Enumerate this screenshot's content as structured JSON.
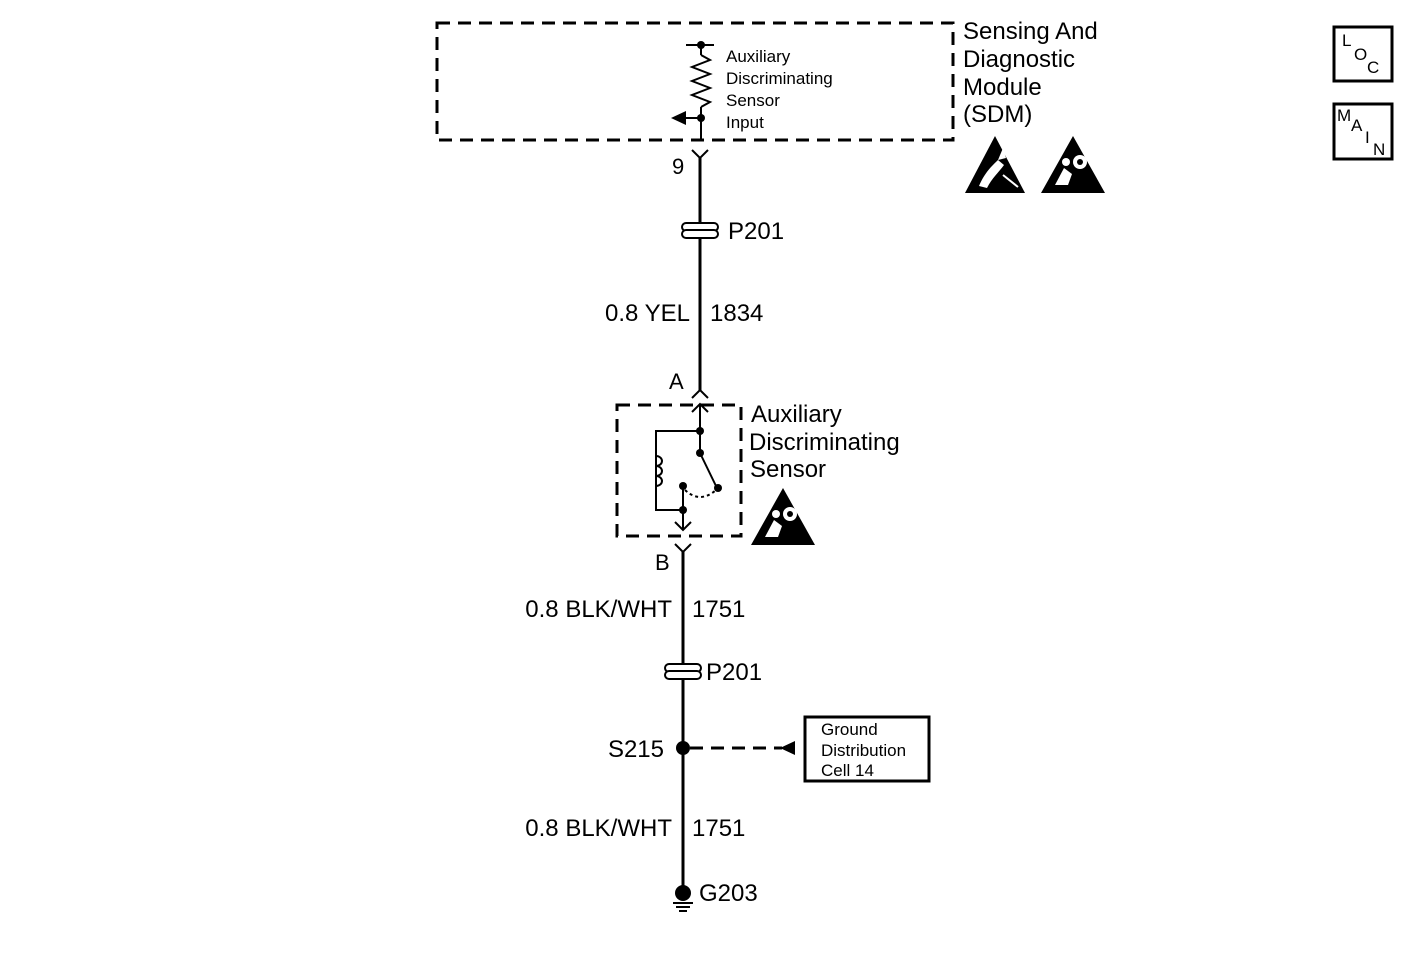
{
  "sdm": {
    "title_line1": "Sensing And",
    "title_line2": "Diagnostic",
    "title_line3": "Module",
    "title_line4": "(SDM)",
    "input_line1": "Auxiliary",
    "input_line2": "Discriminating",
    "input_line3": "Sensor",
    "input_line4": "Input",
    "pin": "9"
  },
  "connector_top": {
    "label": "P201"
  },
  "wire_top": {
    "gauge_color": "0.8 YEL",
    "circuit": "1834"
  },
  "sensor": {
    "pin_top": "A",
    "pin_bottom": "B",
    "title_line1": "Auxiliary",
    "title_line2": "Discriminating",
    "title_line3": "Sensor"
  },
  "wire_mid": {
    "gauge_color": "0.8 BLK/WHT",
    "circuit": "1751"
  },
  "connector_bottom": {
    "label": "P201"
  },
  "splice": {
    "label": "S215"
  },
  "ground_ref": {
    "line1": "Ground",
    "line2": "Distribution",
    "line3": "Cell 14"
  },
  "wire_bottom": {
    "gauge_color": "0.8 BLK/WHT",
    "circuit": "1751"
  },
  "ground": {
    "label": "G203"
  },
  "nav": {
    "loc": [
      "L",
      "O",
      "C"
    ],
    "main": [
      "M",
      "A",
      "I",
      "N"
    ]
  },
  "icons": [
    "esd-sensitive-icon",
    "airbag-system-icon",
    "airbag-system-icon"
  ]
}
